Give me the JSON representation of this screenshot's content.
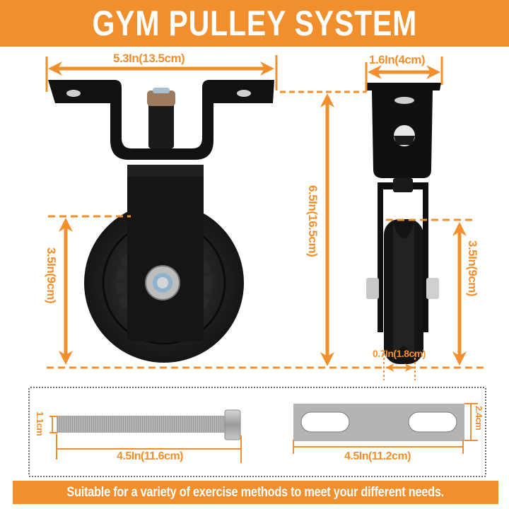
{
  "header": {
    "title": "GYM PULLEY SYSTEM",
    "background_color": "#f08f2c",
    "text_color": "#ffffff"
  },
  "front_view": {
    "image": "pulley-front-photo",
    "width_label": "5.3In(13.5cm)",
    "wheel_height_label": "3.5In(9cm)"
  },
  "overall_height_label": "6.5In(16.5cm)",
  "side_view": {
    "image": "pulley-side-photo",
    "width_label": "1.6In(4cm)",
    "wheel_height_label": "3.5In(9cm)",
    "groove_width_label": "0.7In(1.8cm)"
  },
  "accessories": {
    "bolt": {
      "image": "hex-bolt-photo",
      "diameter_label": "1.1cm",
      "length_label": "4.5In(11.6cm)"
    },
    "plate": {
      "image": "slotted-steel-plate-photo",
      "height_label": "2.4cm",
      "length_label": "4.5In(11.2cm)"
    }
  },
  "footer": {
    "slogan": "Suitable for a variety of exercise methods to meet your different needs."
  },
  "colors": {
    "accent": "#f08f2c",
    "metal_black": "#111111",
    "steel": "#a9a9a9"
  }
}
